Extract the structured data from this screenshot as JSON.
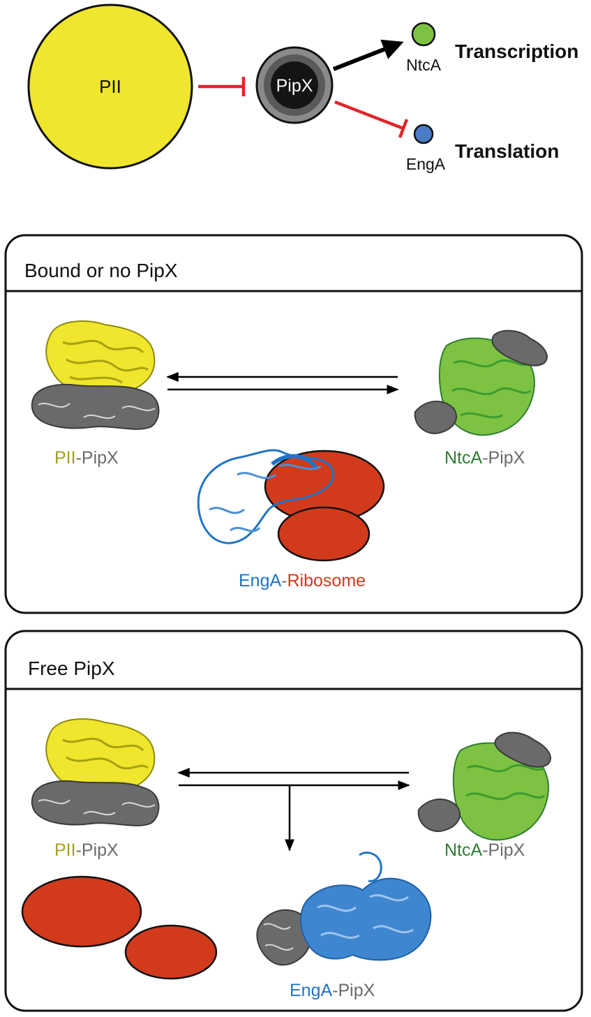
{
  "top": {
    "pii_label": "PII",
    "pipx_label": "PipX",
    "ntca_label": "NtcA",
    "enga_label": "EngA",
    "transcription_label": "Transcription",
    "translation_label": "Translation"
  },
  "panel_bound": {
    "title": "Bound or no PipX",
    "pii_pipx": {
      "part1": "PII",
      "sep": "-",
      "part2": "PipX"
    },
    "ntca_pipx": {
      "part1": "NtcA",
      "sep": "-",
      "part2": "PipX"
    },
    "enga_ribosome": {
      "part1": "EngA",
      "sep": "-",
      "part2": "Ribosome"
    }
  },
  "panel_free": {
    "title": "Free PipX",
    "pii_pipx": {
      "part1": "PII",
      "sep": "-",
      "part2": "PipX"
    },
    "ntca_pipx": {
      "part1": "NtcA",
      "sep": "-",
      "part2": "PipX"
    },
    "enga_pipx": {
      "part1": "EngA",
      "sep": "-",
      "part2": "PipX"
    }
  },
  "colors": {
    "pii_yellow": "#efe62d",
    "ntca_green": "#7dc242",
    "ntca_label_green": "#2e7d32",
    "enga_blue": "#4a7bc6",
    "enga_label_blue": "#1f74c6",
    "ribosome_red": "#d23a1c",
    "pipx_grey": "#6b6b6b",
    "inhibit_red": "#e0262b",
    "pii_label_olive": "#a3a11a"
  }
}
